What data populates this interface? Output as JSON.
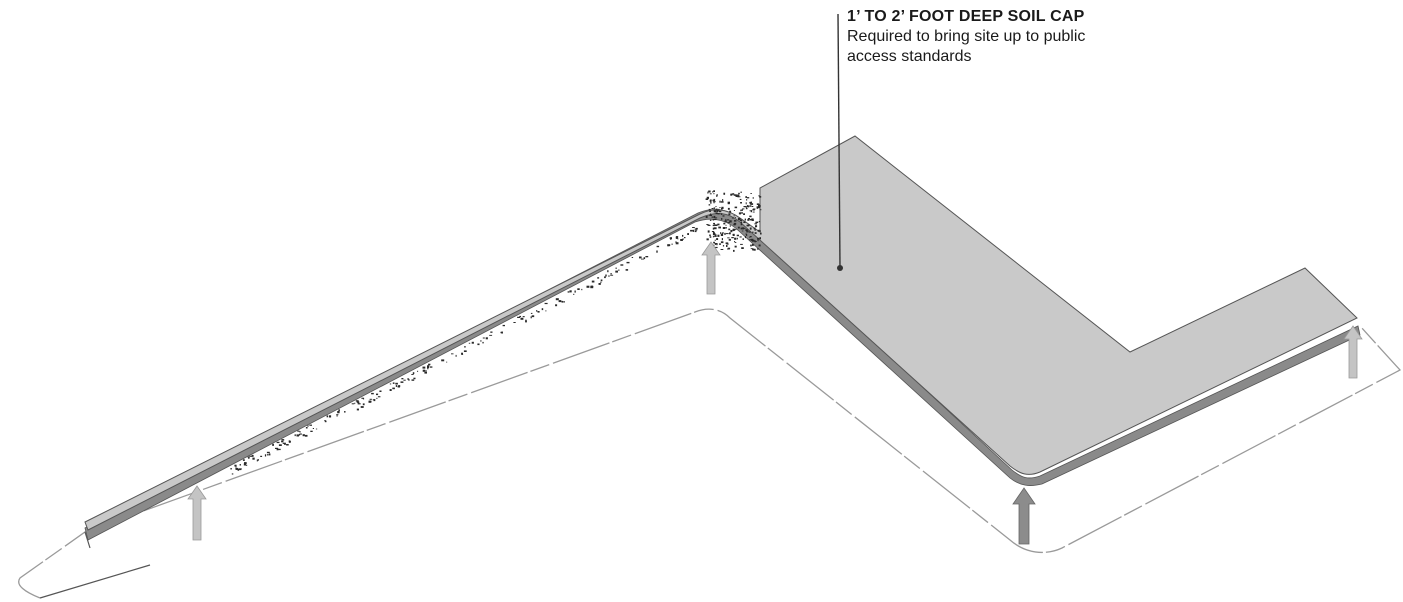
{
  "callout": {
    "title": "1’ TO 2’ FOOT DEEP SOIL CAP",
    "description_line1": "Required to bring site up to public",
    "description_line2": "access standards"
  },
  "colors": {
    "cap_fill": "#c9c9c9",
    "cap_edge": "#8a8a8a",
    "outline": "#555555",
    "ground_line": "#9a9a9a",
    "arrow_light": "#c4c4c4",
    "arrow_dark": "#8c8c8c",
    "texture": "#2a2a2a"
  },
  "icons": [
    "up-arrow-icon"
  ]
}
